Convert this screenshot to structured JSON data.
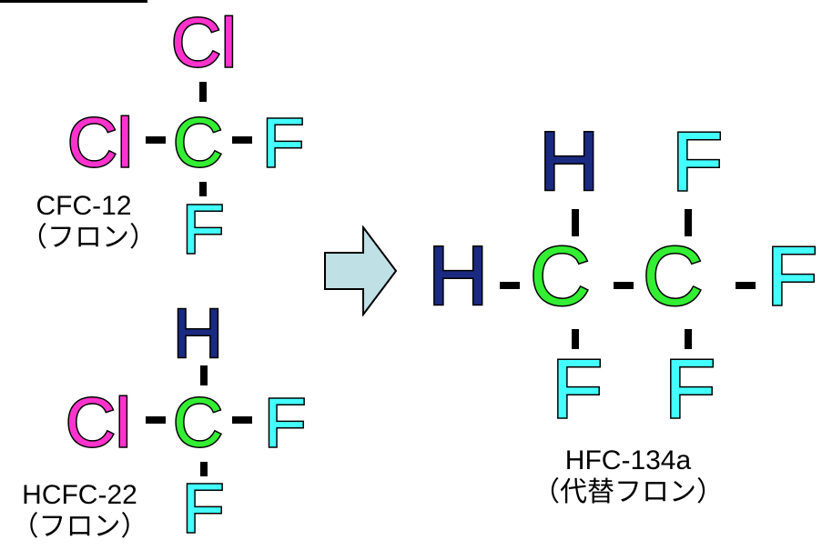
{
  "cfc12": {
    "atoms": {
      "top": "Cl",
      "left": "Cl",
      "center": "C",
      "right": "F",
      "bottom": "F"
    },
    "label_code": "CFC-12",
    "label_name": "（フロン）"
  },
  "hcfc22": {
    "atoms": {
      "top": "H",
      "left": "Cl",
      "center": "C",
      "right": "F",
      "bottom": "F"
    },
    "label_code": "HCFC-22",
    "label_name": "（フロン）"
  },
  "hfc134a": {
    "atoms": {
      "left": "H",
      "c1": "C",
      "c2": "C",
      "right": "F",
      "c1_top": "H",
      "c1_bottom": "F",
      "c2_top": "F",
      "c2_bottom": "F"
    },
    "label_code": "HFC-134a",
    "label_name": "（代替フロン）"
  },
  "colors": {
    "chlorine": "#ff33cc",
    "carbon": "#33ee33",
    "fluorine": "#44ffff",
    "hydrogen": "#1a2a80",
    "arrow_fill": "#bfe0e4"
  }
}
